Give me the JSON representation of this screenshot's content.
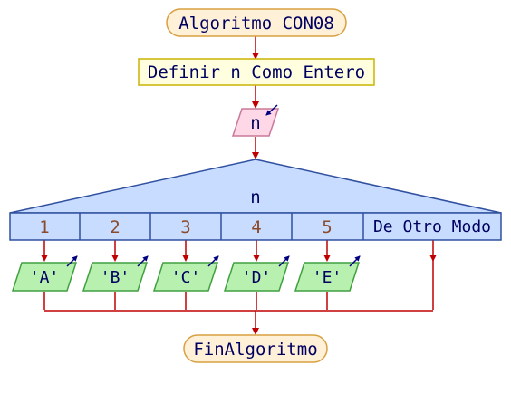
{
  "flowchart": {
    "start_label": "Algoritmo CON08",
    "define_label": "Definir n Como Entero",
    "read_variable": "n",
    "switch_variable": "n",
    "cases": [
      {
        "label": "1",
        "output": "'A'"
      },
      {
        "label": "2",
        "output": "'B'"
      },
      {
        "label": "3",
        "output": "'C'"
      },
      {
        "label": "4",
        "output": "'D'"
      },
      {
        "label": "5",
        "output": "'E'"
      }
    ],
    "default_label": "De Otro Modo",
    "end_label": "FinAlgoritmo"
  },
  "colors": {
    "arrow": "#c00000",
    "terminal_fill": "#fff0d8",
    "define_fill": "#ffffe0",
    "define_stroke": "#c8b400",
    "input_fill": "#ffd8e8",
    "input_stroke": "#c87898",
    "switch_fill": "#c8dcff",
    "switch_stroke": "#3050a0",
    "case_text": "#8b4a2a",
    "output_fill": "#b8f0b0",
    "output_stroke": "#40a040",
    "io_arrow": "#000080"
  }
}
